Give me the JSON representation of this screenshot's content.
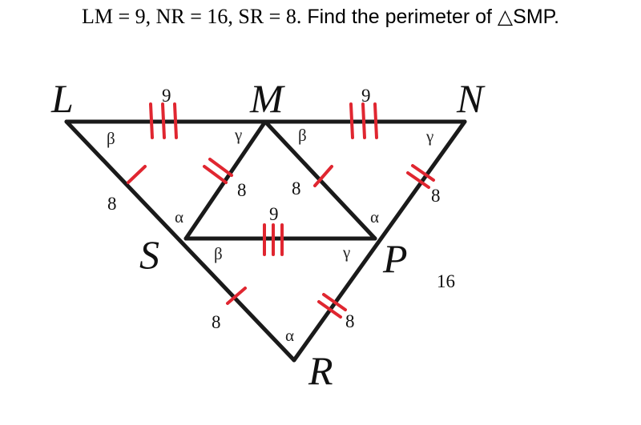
{
  "problem": {
    "given": "LM = 9,  NR = 16,  SR = 8.",
    "question": "Find the perimeter of △SMP."
  },
  "diagram": {
    "vertices": {
      "L": "L",
      "M": "M",
      "N": "N",
      "S": "S",
      "P": "P",
      "R": "R"
    },
    "segment_labels": {
      "LM": "9",
      "MN": "9",
      "SP": "9",
      "LS": "8",
      "SM": "8",
      "MP": "8",
      "NP": "8",
      "SR": "8",
      "PR": "8"
    },
    "angles": {
      "L": "β",
      "M_left": "γ",
      "M_right": "β",
      "N": "γ",
      "S_top": "α",
      "P_top": "α",
      "S_bottom": "β",
      "P_bottom": "γ",
      "R": "α"
    },
    "side_note": "16",
    "colors": {
      "edge": "#1a1a1a",
      "tick": "#e02630"
    }
  }
}
